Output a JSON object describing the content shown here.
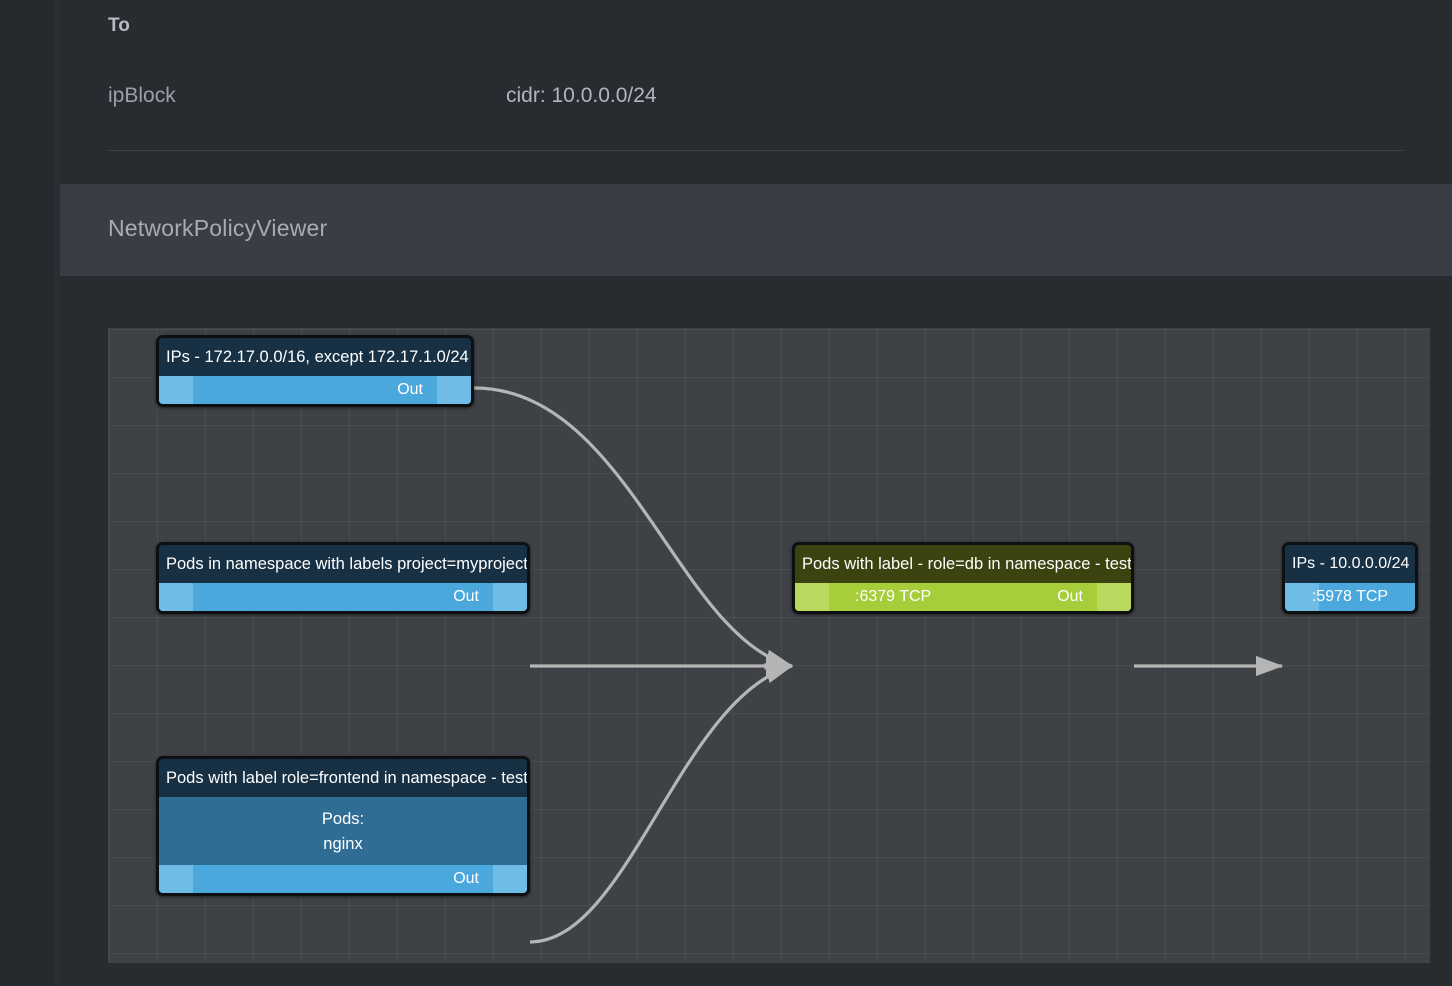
{
  "detail": {
    "title": "To",
    "rows": [
      {
        "key": "ipBlock",
        "value": "cidr: 10.0.0.0/24"
      }
    ]
  },
  "panel": {
    "title": "NetworkPolicyViewer"
  },
  "graph": {
    "nodes": [
      {
        "id": "ipblock-src",
        "title": "IPs - 172.17.0.0/16, except 172.17.1.0/24",
        "body": null,
        "in_label": "",
        "out_label": "Out",
        "color": "#4aa8dd",
        "theme": "blue"
      },
      {
        "id": "ns-labels",
        "title": "Pods in namespace with labels project=myproject",
        "body": null,
        "in_label": "",
        "out_label": "Out",
        "color": "#4aa8dd",
        "theme": "blue"
      },
      {
        "id": "frontend",
        "title": "Pods with label role=frontend in namespace - test",
        "body_heading": "Pods:",
        "body_item": "nginx",
        "in_label": "",
        "out_label": "Out",
        "color": "#4aa8dd",
        "theme": "blue"
      },
      {
        "id": "db",
        "title": "Pods with label - role=db in namespace - test",
        "body": null,
        "in_label": ":6379 TCP",
        "out_label": "Out",
        "color": "#a5ce3a",
        "theme": "green"
      },
      {
        "id": "ipblock-dst",
        "title": "IPs - 10.0.0.0/24",
        "body": null,
        "in_label": ":5978 TCP",
        "out_label": "",
        "color": "#4aa8dd",
        "theme": "blue"
      }
    ],
    "edges": [
      {
        "from": "ipblock-src",
        "to": "db",
        "style": "curve"
      },
      {
        "from": "ns-labels",
        "to": "db",
        "style": "straight"
      },
      {
        "from": "frontend",
        "to": "db",
        "style": "curve"
      },
      {
        "from": "db",
        "to": "ipblock-dst",
        "style": "straight"
      }
    ],
    "edge_color": "#b5b5b5"
  },
  "colors": {
    "page_bg": "#282c31",
    "panel_header_bg": "#3a3e44",
    "canvas_bg": "#3e4146",
    "accent_blue": "#4aa8dd",
    "accent_green": "#a5ce3a",
    "text_muted": "#9aa0a8"
  }
}
